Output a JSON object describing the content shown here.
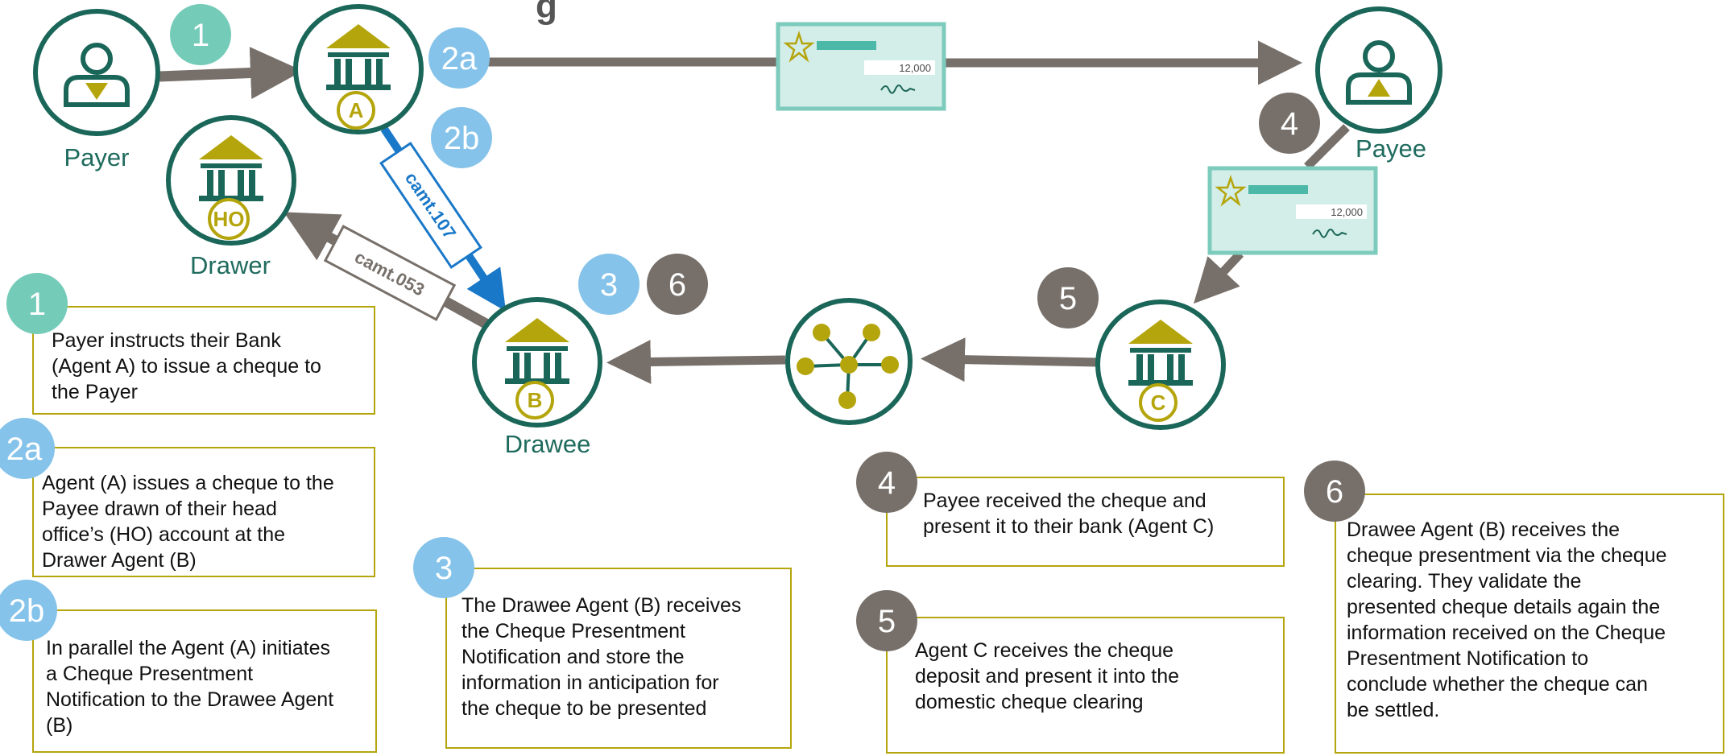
{
  "title_fragment": "g",
  "nodes": {
    "payer": "Payer",
    "payee": "Payee",
    "drawer": "Drawer",
    "drawee": "Drawee"
  },
  "bank_letters": {
    "agent_a": "A",
    "agent_b": "B",
    "agent_c": "C",
    "head_office": "HO"
  },
  "messages": {
    "camt107": "camt.107",
    "camt053": "camt.053"
  },
  "cheque_amount": "12,000",
  "badges": [
    "1",
    "2a",
    "2b",
    "3",
    "4",
    "5",
    "6"
  ],
  "notes": [
    {
      "step": "1",
      "lines": [
        "Payer instructs their Bank",
        "(Agent A) to issue a cheque to",
        "the Payer"
      ]
    },
    {
      "step": "2a",
      "lines": [
        "Agent (A) issues a cheque to the",
        "Payee drawn of their head",
        "office’s (HO) account at the",
        "Drawer Agent (B)"
      ]
    },
    {
      "step": "2b",
      "lines": [
        "In parallel the Agent (A) initiates",
        "a Cheque Presentment",
        "Notification to the Drawee Agent",
        "(B)"
      ]
    },
    {
      "step": "3",
      "lines": [
        "The Drawee Agent (B) receives",
        "the Cheque Presentment",
        "Notification and store the",
        "information in anticipation for",
        "the cheque to be presented"
      ]
    },
    {
      "step": "4",
      "lines": [
        "Payee received the cheque and",
        "present it to their bank (Agent C)"
      ]
    },
    {
      "step": "5",
      "lines": [
        "Agent C receives the cheque",
        "deposit and present it into the",
        "domestic cheque clearing"
      ]
    },
    {
      "step": "6",
      "lines": [
        "Drawee Agent (B) receives the",
        "cheque presentment via the cheque",
        "clearing. They validate the",
        "presented cheque details again the",
        "information received on the Cheque",
        "Presentment Notification to",
        "conclude whether the cheque can",
        "be settled."
      ]
    }
  ],
  "colors": {
    "teal_dark": "#1a6658",
    "gold": "#b5a50c",
    "grey_brown": "#77706a",
    "blue_msg": "#1a78c8",
    "badge_teal": "#74cbb8",
    "badge_blue": "#85c3ea",
    "badge_grey": "#77706a",
    "cheque_fill": "#d3ede8",
    "cheque_border": "#7ccbbd"
  }
}
